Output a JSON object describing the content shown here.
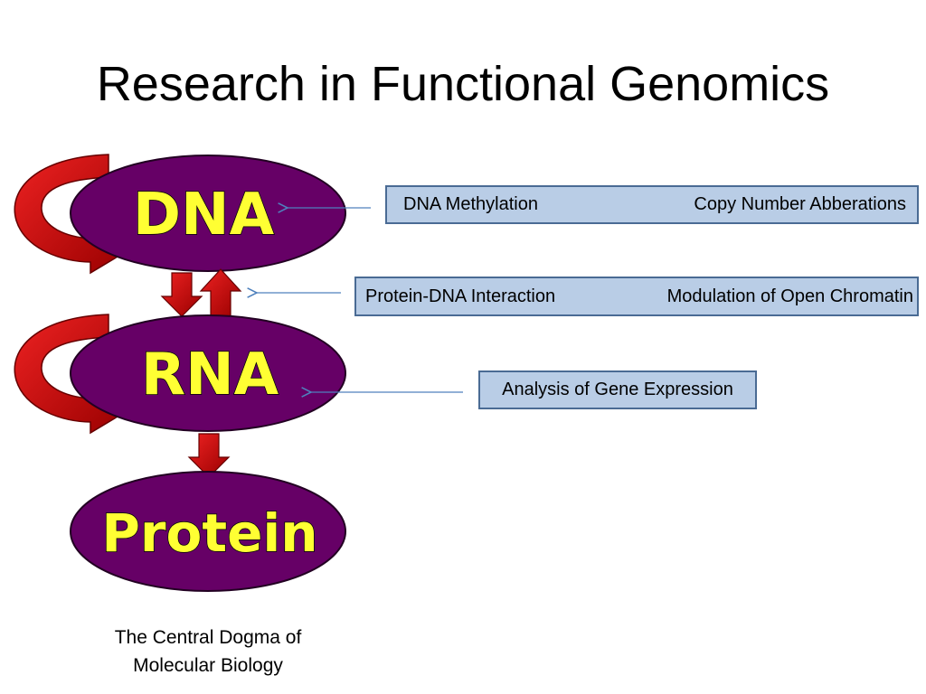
{
  "slide": {
    "title": "Research in Functional Genomics",
    "caption_line1": "The Central Dogma of",
    "caption_line2": "Molecular Biology"
  },
  "diagram": {
    "nodes": [
      {
        "id": "dna",
        "label": "DNA"
      },
      {
        "id": "rna",
        "label": "RNA"
      },
      {
        "id": "protein",
        "label": "Protein"
      }
    ]
  },
  "boxes": {
    "dna": {
      "left": "DNA Methylation",
      "right": "Copy Number Abberations"
    },
    "protein_dna": {
      "left": "Protein-DNA Interaction",
      "right": "Modulation of Open Chromatin"
    },
    "rna": {
      "text": "Analysis of Gene Expression"
    }
  },
  "colors": {
    "node_fill": "#660066",
    "label_fill": "#ffff33",
    "arrow_red": "#cc1111",
    "box_fill": "#b9cde6",
    "box_border": "#4a6b94",
    "pointer_line": "#4f81bd"
  }
}
